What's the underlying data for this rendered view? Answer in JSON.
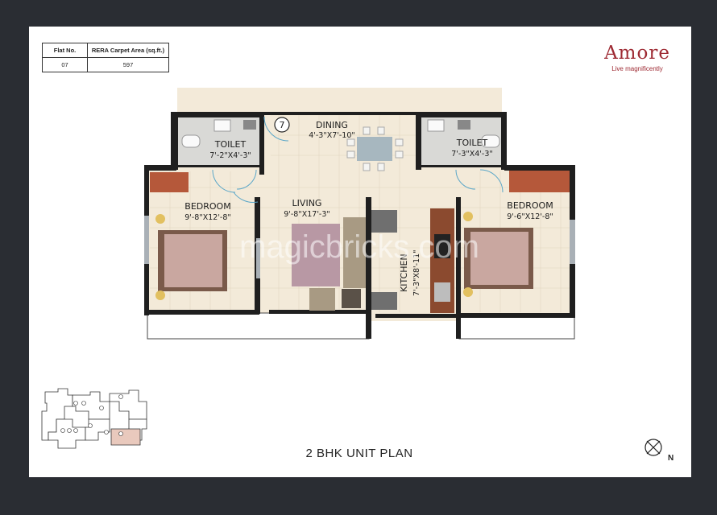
{
  "flat_info": {
    "flat_no_label": "Flat No.",
    "carpet_label": "RERA Carpet Area (sq.ft.)",
    "flat_no": "07",
    "carpet_area": "597"
  },
  "brand": {
    "name": "Amore",
    "tagline": "Live magnificently",
    "color": "#9e2a33"
  },
  "unit_number": "7",
  "rooms": {
    "toilet_left": {
      "label": "TOILET",
      "dims": "7'-2\"X4'-3\""
    },
    "dining": {
      "label": "DINING",
      "dims": "4'-3\"X7'-10\""
    },
    "toilet_right": {
      "label": "TOILET",
      "dims": "7'-3\"X4'-3\""
    },
    "bedroom_left": {
      "label": "BEDROOM",
      "dims": "9'-8\"X12'-8\""
    },
    "living": {
      "label": "LIVING",
      "dims": "9'-8\"X17'-3\""
    },
    "kitchen": {
      "label": "KITCHEN",
      "dims": "7'-3\"X8'-11\""
    },
    "bedroom_right": {
      "label": "BEDROOM",
      "dims": "9'-6\"X12'-8\""
    }
  },
  "watermark": "magicbricks.com",
  "plan_title": "2 BHK UNIT PLAN",
  "compass_label": "N",
  "keyplan_highlight": "#e9c9bd"
}
